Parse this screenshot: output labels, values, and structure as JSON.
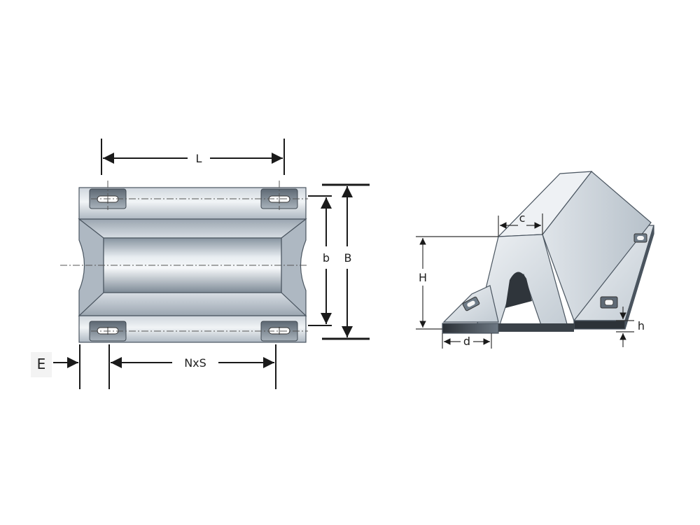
{
  "front_view": {
    "labels": {
      "L": "L",
      "b": "b",
      "B": "B",
      "E": "E",
      "NxS": "NxS"
    }
  },
  "side_view": {
    "labels": {
      "c": "c",
      "H": "H",
      "d": "d",
      "h": "h"
    }
  },
  "colors": {
    "steel_light": "#e4e9ee",
    "steel_mid": "#b9c3cc",
    "steel_dark": "#6f7c88",
    "dimension_line": "#1a1a1a"
  }
}
